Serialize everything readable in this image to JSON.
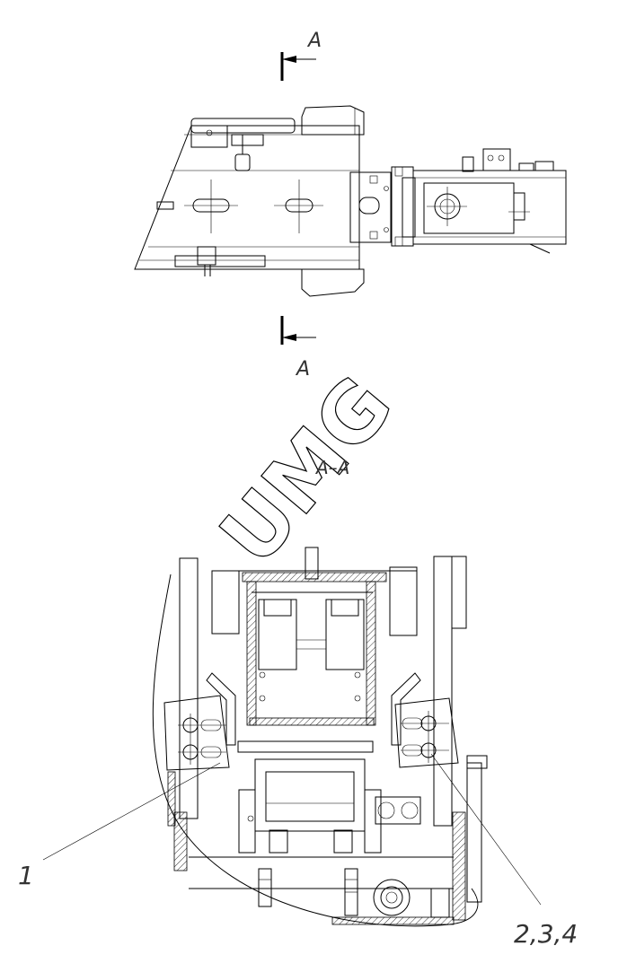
{
  "section_marker_top": "A",
  "section_marker_bottom": "A",
  "section_view_label": "A–A",
  "watermark": "UMG",
  "callouts": [
    {
      "id": "1",
      "text": "1"
    },
    {
      "id": "2",
      "text": "2,3,4"
    }
  ],
  "icons": [
    "section-arrow-icon"
  ]
}
